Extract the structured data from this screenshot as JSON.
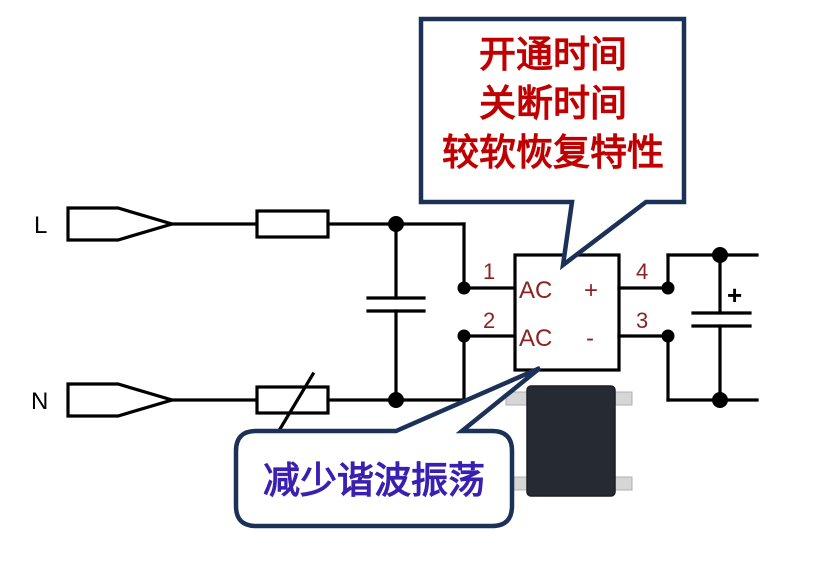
{
  "diagram": {
    "title": "Bridge rectifier input circuit",
    "terminals": [
      {
        "id": "L",
        "label": "L"
      },
      {
        "id": "N",
        "label": "N"
      }
    ],
    "components": {
      "fuse": "fuse",
      "thermistor": "NTC thermistor",
      "x_capacitor": "input capacitor",
      "bridge": "bridge rectifier",
      "output_capacitor": "electrolytic capacitor"
    },
    "bridge": {
      "pins": [
        {
          "number": "1",
          "label": "AC"
        },
        {
          "number": "2",
          "label": "AC"
        },
        {
          "number": "4",
          "label": "+"
        },
        {
          "number": "3",
          "label": "-"
        }
      ]
    },
    "output_capacitor_polarity": "+",
    "callouts": {
      "top": {
        "lines": [
          "开通时间",
          "关断时间",
          "较软恢复特性"
        ],
        "text_color": "#c00000",
        "border_color": "#1c3157"
      },
      "bottom": {
        "lines": [
          "减少谐波振荡"
        ],
        "text_color": "#3a1fb0",
        "border_color": "#1c3157"
      }
    },
    "package_photo": "bridge rectifier chip (4-pin SMD)"
  }
}
